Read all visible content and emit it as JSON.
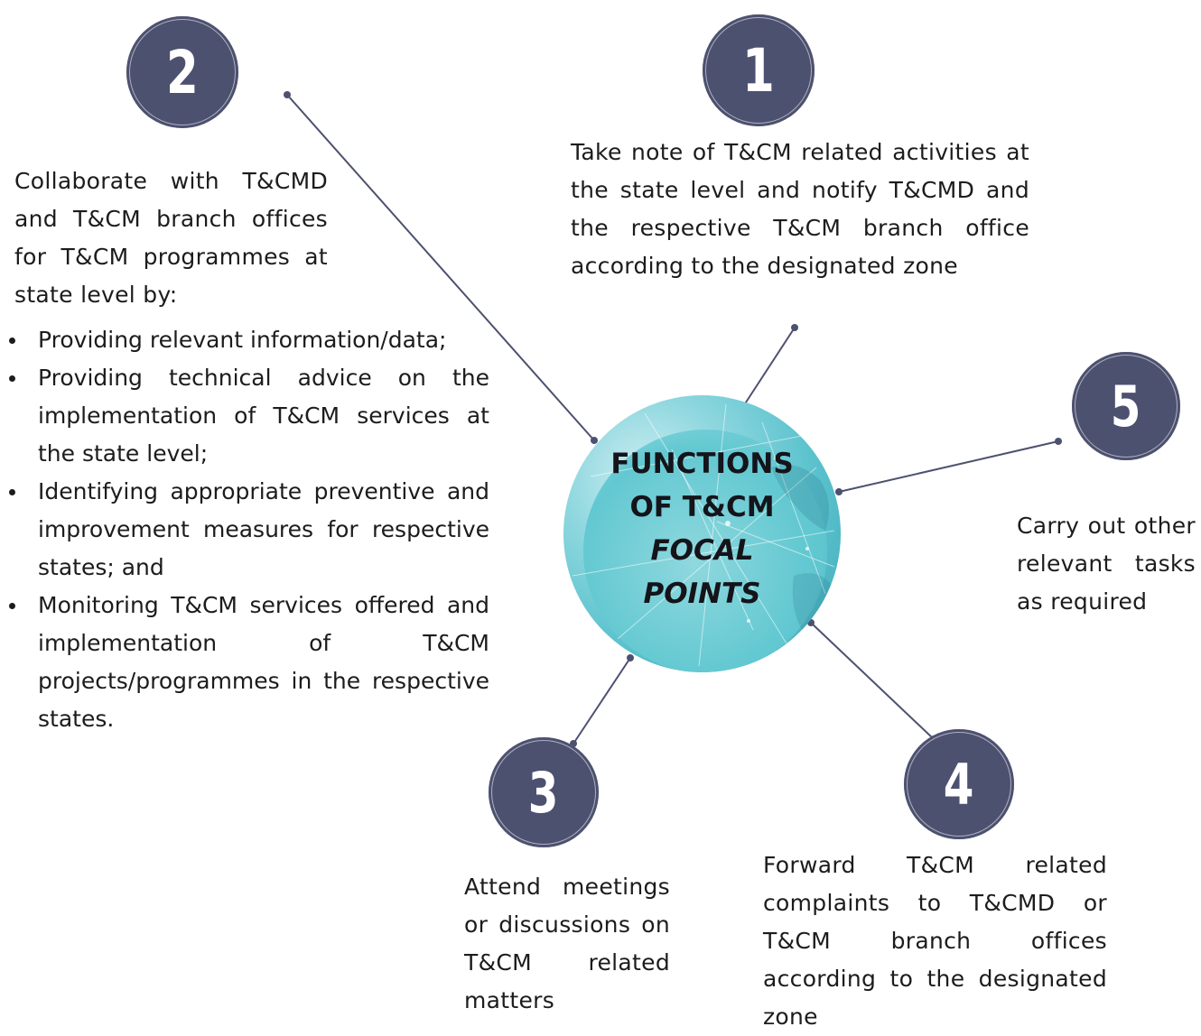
{
  "center": {
    "line1": "FUNCTIONS",
    "line2": "OF T&CM",
    "line3": "FOCAL",
    "line4": "POINTS"
  },
  "items": [
    {
      "number": "1",
      "text": "Take note of T&CM related activities at the state level and notify T&CMD and the respective T&CM branch office according to the designated zone"
    },
    {
      "number": "2",
      "text": "Collaborate with T&CMD and T&CM branch offices for T&CM programmes at state level by:",
      "bullets": [
        "Providing relevant information/data;",
        "Providing technical advice on the implementation of T&CM services at the state level;",
        "Identifying appropriate preventive and improvement measures for respective states; and",
        "Monitoring T&CM services offered and implementation of T&CM projects/programmes in the respective states."
      ]
    },
    {
      "number": "3",
      "text": "Attend meetings or discussions on T&CM related matters"
    },
    {
      "number": "4",
      "text": "Forward T&CM related complaints to T&CMD or T&CM branch offices according to the designated zone"
    },
    {
      "number": "5",
      "text": "Carry out other relevant tasks as required"
    }
  ],
  "colors": {
    "badge": "#4d5170",
    "connector": "#4d5170",
    "globe": "#5cc3ce"
  }
}
